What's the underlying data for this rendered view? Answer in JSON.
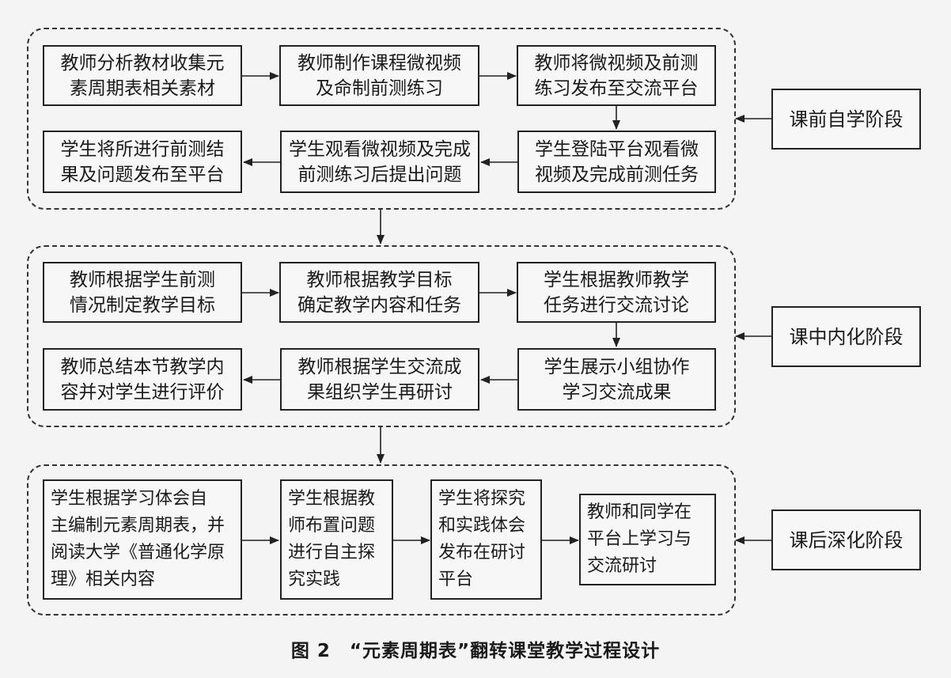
{
  "caption": "图 2　“元素周期表”翻转课堂教学过程设计",
  "stages": [
    {
      "label": "课前自学阶段",
      "steps": [
        "教师分析教材收集元\n素周期表相关素材",
        "教师制作课程微视频\n及命制前测练习",
        "教师将微视频及前测\n练习发布至交流平台",
        "学生登陆平台观看微\n视频及完成前测任务",
        "学生观看微视频及完成\n前测练习后提出问题",
        "学生将所进行前测结\n果及问题发布至平台"
      ]
    },
    {
      "label": "课中内化阶段",
      "steps": [
        "教师根据学生前测\n情况制定教学目标",
        "教师根据教学目标\n确定教学内容和任务",
        "学生根据教师教学\n任务进行交流讨论",
        "学生展示小组协作\n学习交流成果",
        "教师根据学生交流成\n果组织学生再研讨",
        "教师总结本节教学内\n容并对学生进行评价"
      ]
    },
    {
      "label": "课后深化阶段",
      "steps": [
        "学生根据学习体会自\n主编制元素周期表，并\n阅读大学《普通化学原\n理》相关内容",
        "学生根据教\n师布置问题\n进行自主探\n究实践",
        "学生将探究\n和实践体会\n发布在研讨\n平台",
        "教师和同学在\n平台上学习与\n交流研讨"
      ]
    }
  ]
}
